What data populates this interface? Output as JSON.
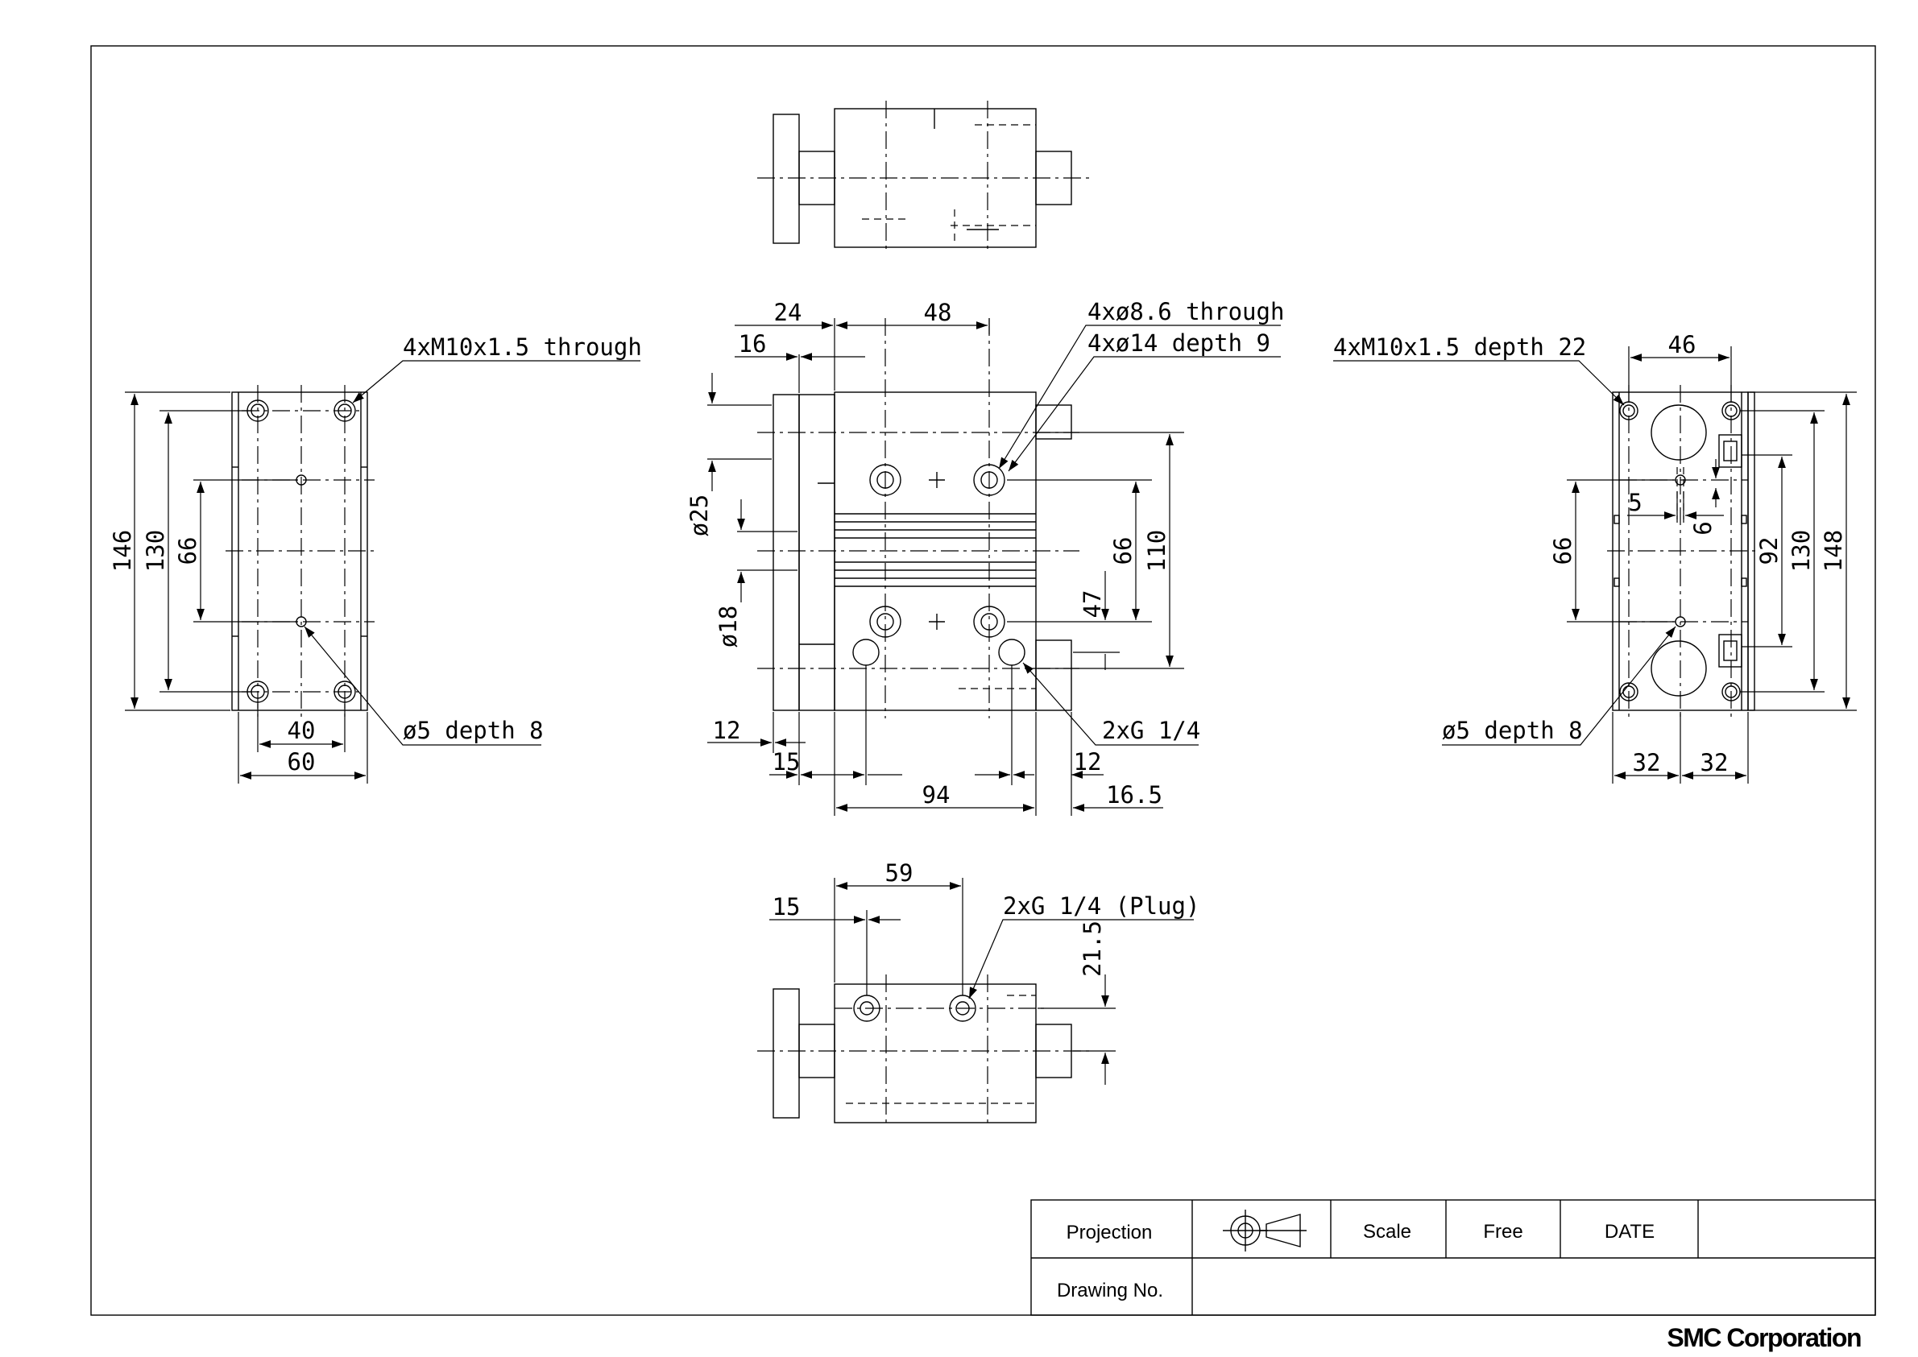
{
  "drawing": {
    "left_view": {
      "callout_top": "4xM10x1.5 through",
      "callout_bottom": "ø5 depth 8",
      "dim_146": "146",
      "dim_130": "130",
      "dim_66": "66",
      "dim_40": "40",
      "dim_60": "60"
    },
    "front_view": {
      "dim_24": "24",
      "dim_48": "48",
      "dim_16": "16",
      "callout_through": "4xø8.6 through",
      "callout_depth": "4xø14 depth 9",
      "dim_d25": "ø25",
      "dim_d18": "ø18",
      "dim_66": "66",
      "dim_110": "110",
      "dim_47": "47",
      "callout_port": "2xG 1/4",
      "dim_12a": "12",
      "dim_15": "15",
      "dim_12b": "12",
      "dim_94": "94",
      "dim_16_5": "16.5"
    },
    "right_view": {
      "callout_top": "4xM10x1.5 depth 22",
      "dim_46": "46",
      "dim_5": "5",
      "dim_6": "6",
      "dim_66": "66",
      "dim_92": "92",
      "dim_130": "130",
      "dim_148": "148",
      "callout_bottom": "ø5 depth 8",
      "dim_32a": "32",
      "dim_32b": "32"
    },
    "bottom_view": {
      "dim_59": "59",
      "dim_15": "15",
      "callout_plug": "2xG 1/4 (Plug)",
      "dim_21_5": "21.5"
    }
  },
  "title_block": {
    "projection_label": "Projection",
    "projection_symbol": "third-angle-projection-icon",
    "scale_label": "Scale",
    "scale_value": "Free",
    "date_label": "DATE",
    "date_value": "",
    "drawing_no_label": "Drawing No.",
    "drawing_no_value": ""
  },
  "brand": "SMC Corporation"
}
